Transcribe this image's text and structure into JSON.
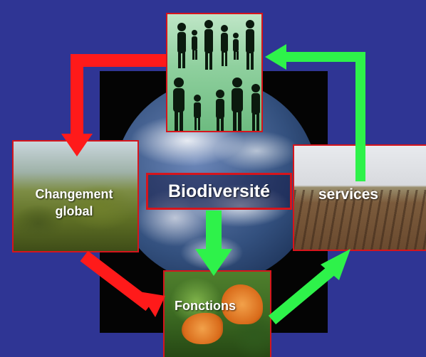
{
  "diagram": {
    "center": {
      "label": "Biodiversité"
    },
    "nodes": {
      "people": {
        "label": ""
      },
      "global_change": {
        "label": "Changement global",
        "lines": [
          "Changement",
          "global"
        ]
      },
      "services": {
        "label": "services"
      },
      "functions": {
        "label": "Fonctions"
      }
    },
    "arrows": [
      {
        "from": "people",
        "to": "global_change",
        "color": "red"
      },
      {
        "from": "global_change",
        "to": "functions",
        "color": "red"
      },
      {
        "from": "center",
        "to": "functions",
        "color": "green"
      },
      {
        "from": "functions",
        "to": "services",
        "color": "green"
      },
      {
        "from": "services",
        "to": "people",
        "color": "green"
      }
    ]
  },
  "colors": {
    "background": "#2f3594",
    "red_arrow": "#ff1a1a",
    "green_arrow": "#2ef24a",
    "panel_border": "#d6151c",
    "label_text": "#ffffff"
  }
}
